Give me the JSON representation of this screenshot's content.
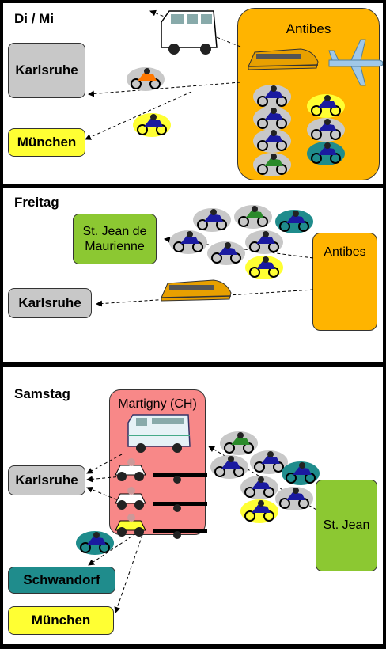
{
  "panels": {
    "p1": {
      "day": "Di / Mi",
      "karlsruhe": "Karlsruhe",
      "muenchen": "München",
      "antibes": "Antibes"
    },
    "p2": {
      "day": "Freitag",
      "stjean": "St. Jean de Maurienne",
      "karlsruhe": "Karlsruhe",
      "antibes": "Antibes"
    },
    "p3": {
      "day": "Samstag",
      "martigny": "Martigny (CH)",
      "karlsruhe": "Karlsruhe",
      "schwandorf": "Schwandorf",
      "muenchen": "München",
      "stjean": "St. Jean"
    }
  },
  "colors": {
    "orange": "#ffb400",
    "gray": "#c8c8c8",
    "yellow": "#ffff33",
    "green": "#8cc832",
    "teal": "#1f8c8c",
    "pink": "#f88888",
    "moto_blue": "#1a1aa0",
    "moto_green": "#2a8a2a",
    "moto_orange": "#ff7800"
  }
}
